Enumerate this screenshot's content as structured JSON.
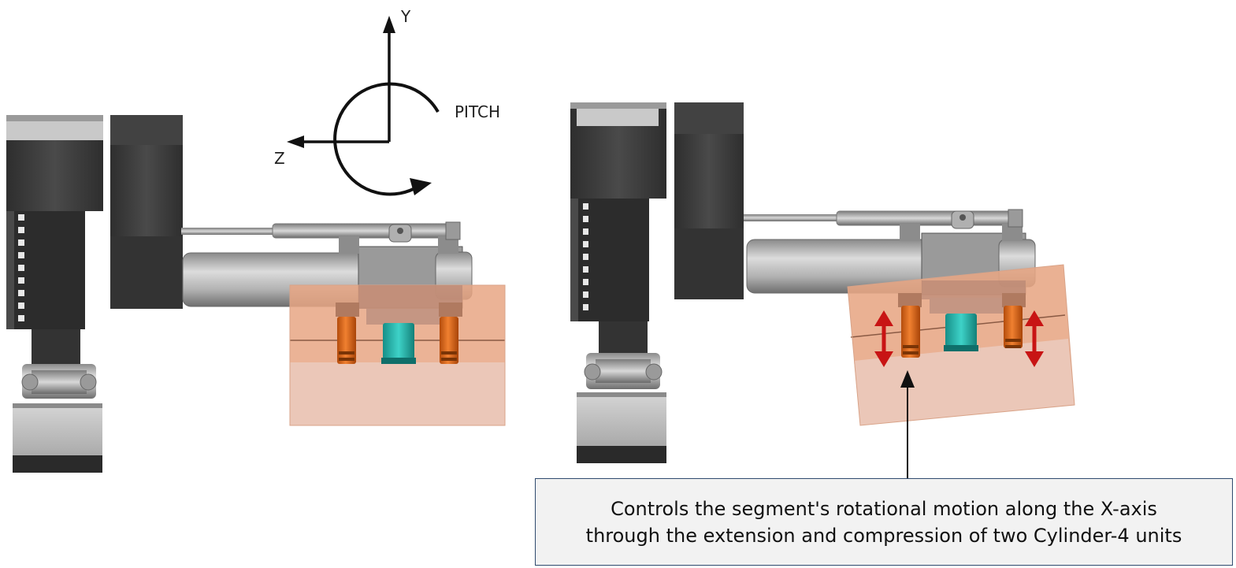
{
  "axes": {
    "y_label": "Y",
    "z_label": "Z",
    "rotation_label": "PITCH"
  },
  "caption": {
    "line1": "Controls the segment's rotational motion along the X-axis",
    "line2": "through the extension and compression of two Cylinder-4 units"
  },
  "colors": {
    "segment_fill": "#e6a483",
    "segment_lower": "#eac3b3",
    "cylinder4": "#e06a1c",
    "center_block": "#2fb8b0",
    "motion_arrow": "#c81414",
    "frame_dark": "#3e3e3e",
    "frame_light": "#bcbcbc"
  }
}
